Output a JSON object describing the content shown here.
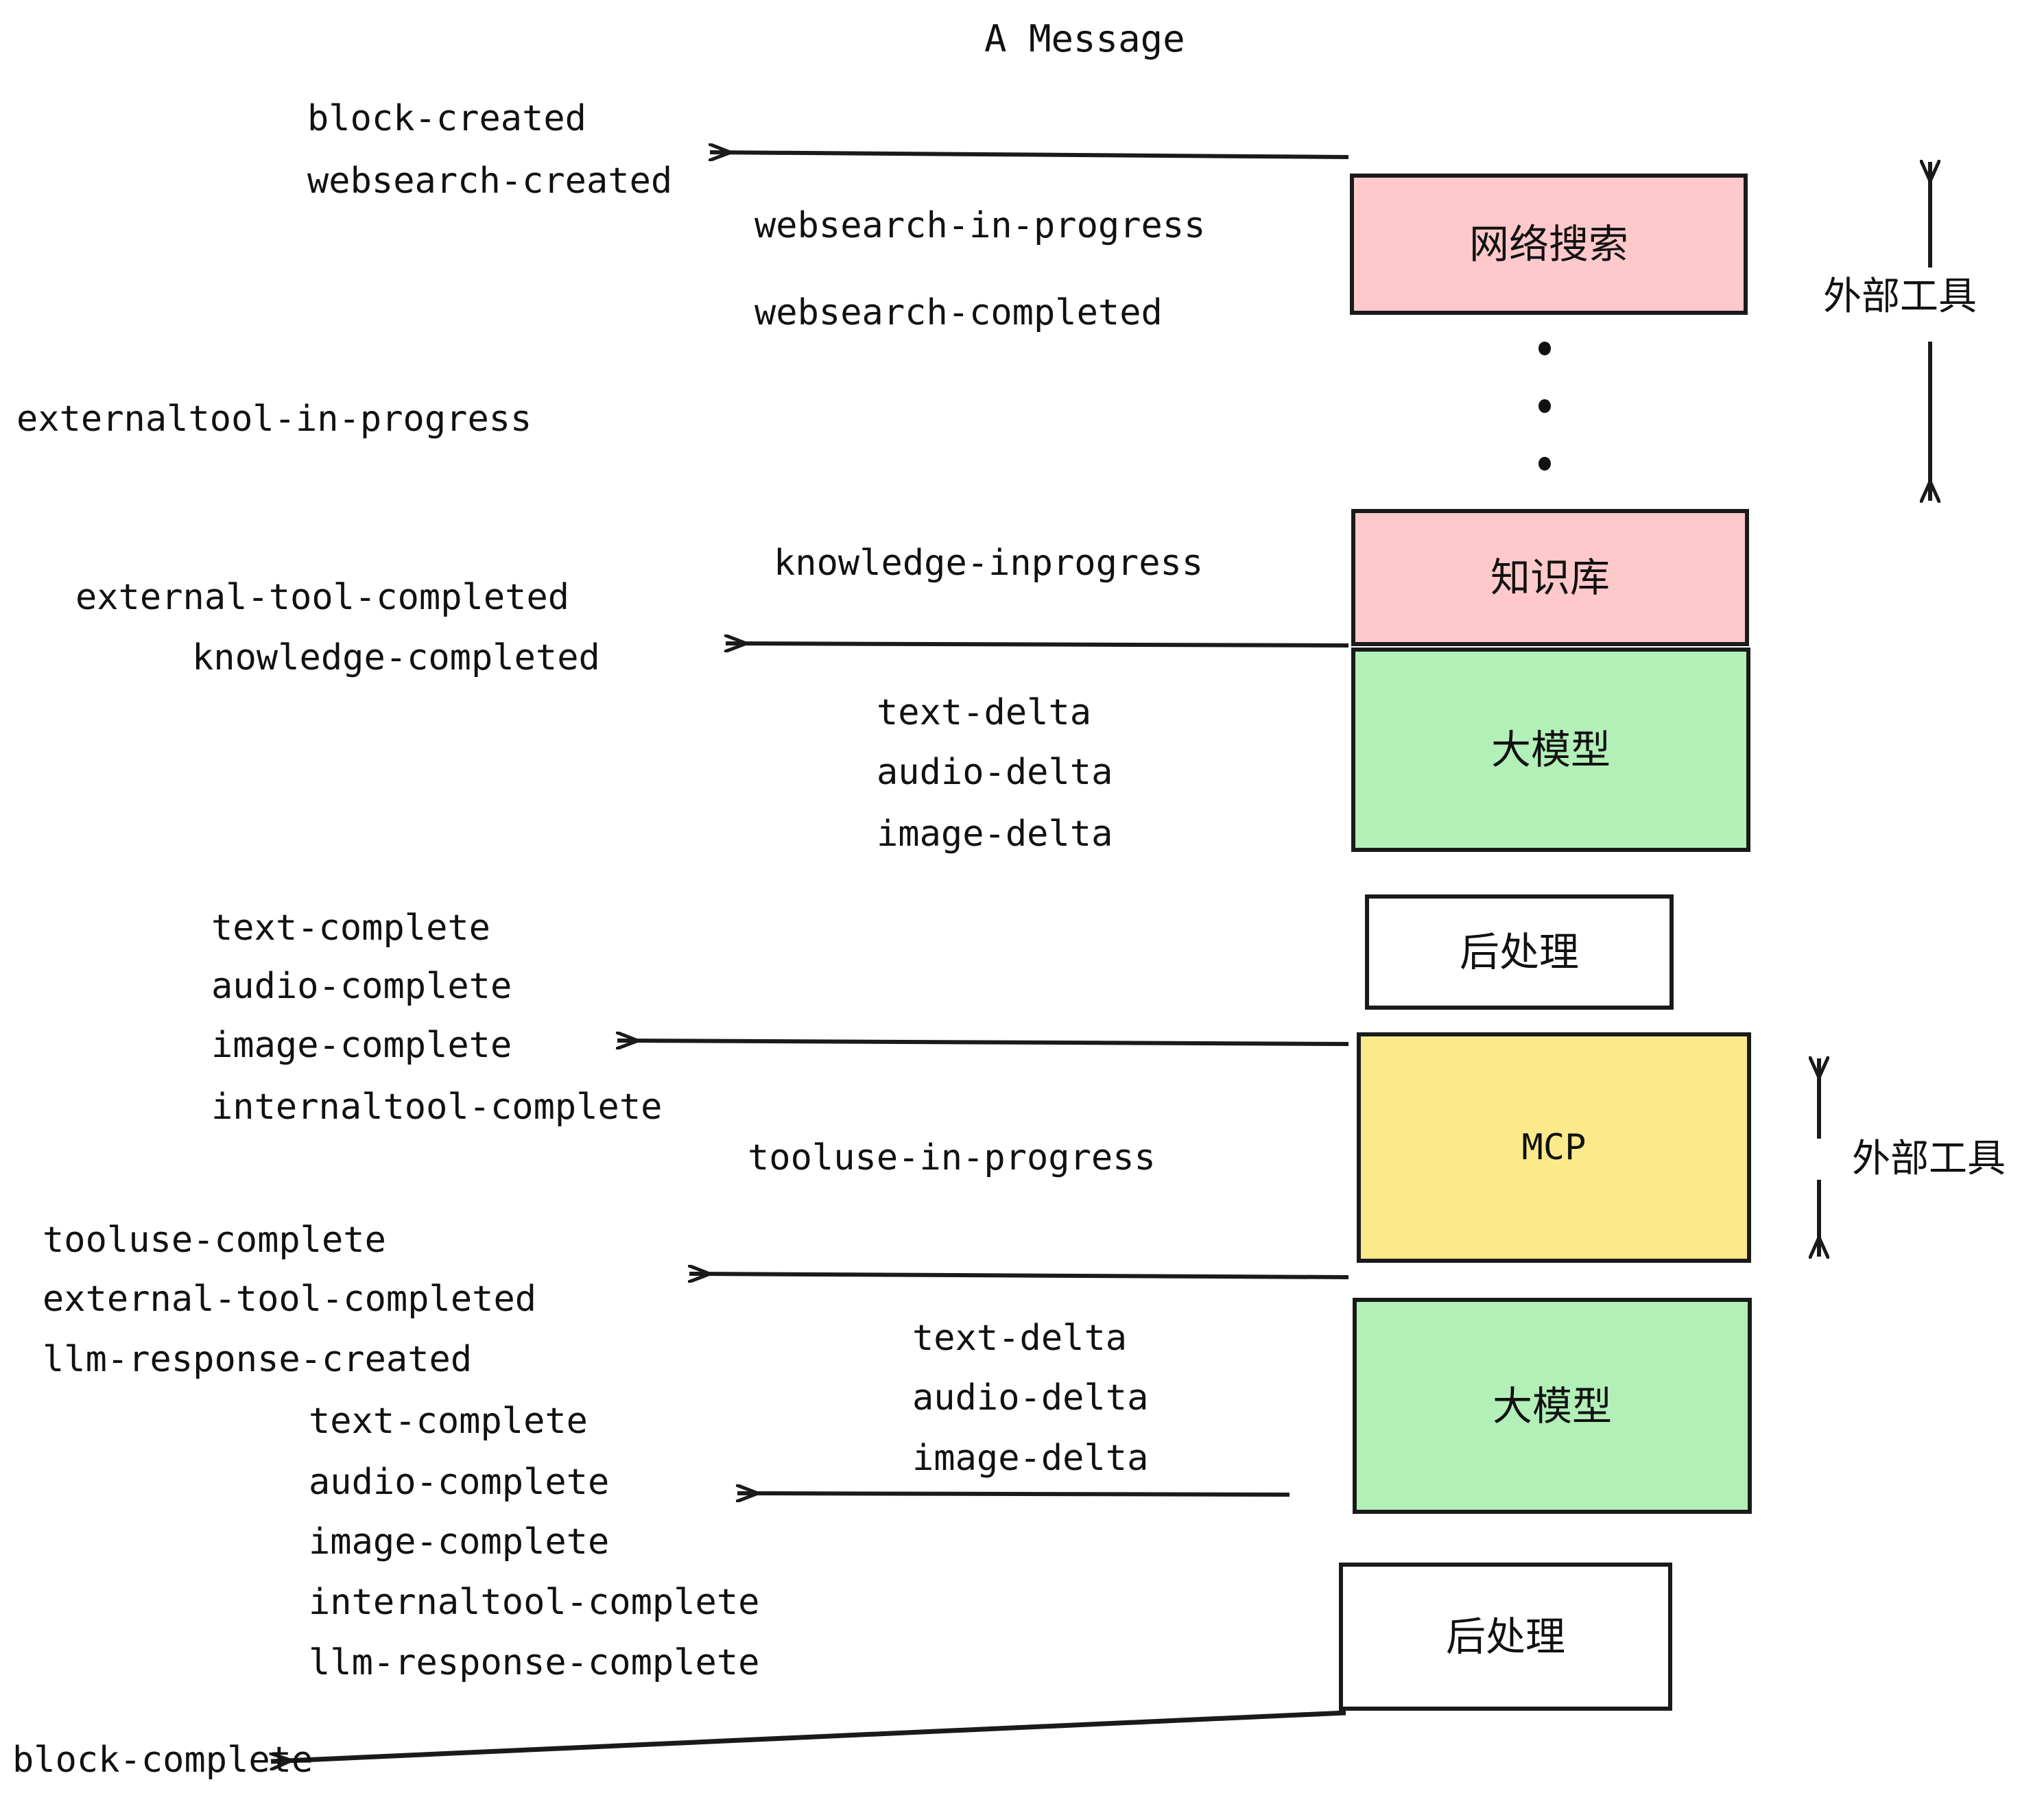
{
  "diagram": {
    "title": "A Message",
    "colors": {
      "external_tool_fill": "#FFC9CB",
      "llm_fill": "#B2F0B8",
      "mcp_fill": "#FCE98C",
      "postprocess_fill": "#FFFFFF",
      "stroke": "#1A1A1A",
      "text": "#111111",
      "background": "#FFFFFF"
    },
    "nodes": [
      {
        "id": "websearch",
        "label": "网络搜索",
        "fill": "#FFC9CB",
        "script": "cjk"
      },
      {
        "id": "knowledge",
        "label": "知识库",
        "fill": "#FFC9CB",
        "script": "cjk"
      },
      {
        "id": "llm-1",
        "label": "大模型",
        "fill": "#B2F0B8",
        "script": "cjk"
      },
      {
        "id": "postprocess-1",
        "label": "后处理",
        "fill": "#FFFFFF",
        "script": "cjk"
      },
      {
        "id": "mcp",
        "label": "MCP",
        "fill": "#FCE98C",
        "script": "latin"
      },
      {
        "id": "llm-2",
        "label": "大模型",
        "fill": "#B2F0B8",
        "script": "cjk"
      },
      {
        "id": "postprocess-2",
        "label": "后处理",
        "fill": "#FFFFFF",
        "script": "cjk"
      }
    ],
    "side_labels": [
      {
        "id": "external-tool-top",
        "text": "外部工具"
      },
      {
        "id": "external-tool-bottom",
        "text": "外部工具"
      }
    ],
    "events": [
      {
        "id": "e01",
        "text": "block-created"
      },
      {
        "id": "e02",
        "text": "websearch-created"
      },
      {
        "id": "e03",
        "text": "websearch-in-progress"
      },
      {
        "id": "e04",
        "text": "websearch-completed"
      },
      {
        "id": "e05",
        "text": "externaltool-in-progress"
      },
      {
        "id": "e06",
        "text": "knowledge-inprogress"
      },
      {
        "id": "e07",
        "text": "external-tool-completed"
      },
      {
        "id": "e08",
        "text": "knowledge-completed"
      },
      {
        "id": "e09",
        "text": "text-delta"
      },
      {
        "id": "e10",
        "text": "audio-delta"
      },
      {
        "id": "e11",
        "text": "image-delta"
      },
      {
        "id": "e12",
        "text": "text-complete"
      },
      {
        "id": "e13",
        "text": "audio-complete"
      },
      {
        "id": "e14",
        "text": "image-complete"
      },
      {
        "id": "e15",
        "text": "internaltool-complete"
      },
      {
        "id": "e16",
        "text": "tooluse-in-progress"
      },
      {
        "id": "e17",
        "text": "tooluse-complete"
      },
      {
        "id": "e18",
        "text": "external-tool-completed"
      },
      {
        "id": "e19",
        "text": "llm-response-created"
      },
      {
        "id": "e20",
        "text": "text-delta"
      },
      {
        "id": "e21",
        "text": "audio-delta"
      },
      {
        "id": "e22",
        "text": "image-delta"
      },
      {
        "id": "e23",
        "text": "text-complete"
      },
      {
        "id": "e24",
        "text": "audio-complete"
      },
      {
        "id": "e25",
        "text": "image-complete"
      },
      {
        "id": "e26",
        "text": "internaltool-complete"
      },
      {
        "id": "e27",
        "text": "llm-response-complete"
      },
      {
        "id": "e28",
        "text": "block-complete"
      }
    ]
  }
}
